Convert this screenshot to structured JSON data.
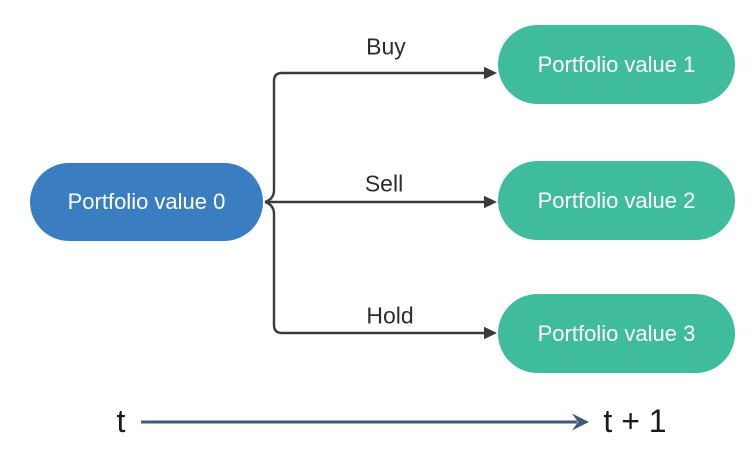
{
  "diagram": {
    "root_node": {
      "label": "Portfolio value 0"
    },
    "branches": [
      {
        "action_label": "Buy",
        "outcome_node": {
          "label": "Portfolio value 1"
        }
      },
      {
        "action_label": "Sell",
        "outcome_node": {
          "label": "Portfolio value 2"
        }
      },
      {
        "action_label": "Hold",
        "outcome_node": {
          "label": "Portfolio value 3"
        }
      }
    ],
    "timeline": {
      "start_label": "t",
      "end_label": "t + 1"
    }
  },
  "colors": {
    "canvas_background": "#FFFFFF",
    "root_node_fill": "#3A7EC1",
    "outcome_node_fill": "#3FBC9B",
    "node_text": "#FFFFFF",
    "connector": "#3A3A3A",
    "branch_label_text": "#2D2D2D",
    "timeline_arrow": "#42587A",
    "timeline_text": "#1A1A1A"
  }
}
